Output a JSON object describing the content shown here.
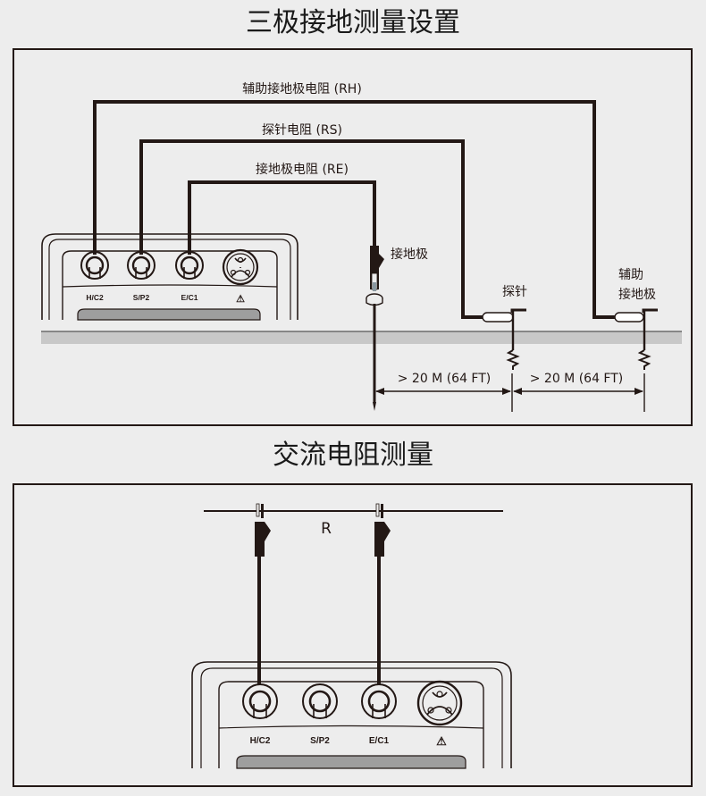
{
  "section1": {
    "title": "三极接地测量设置",
    "wire_labels": {
      "rh": "辅助接地极电阻 (RH)",
      "rs": "探针电阻 (RS)",
      "re": "接地极电阻 (RE)"
    },
    "electrode_labels": {
      "earth": "接地极",
      "probe": "探针",
      "aux_line1": "辅助",
      "aux_line2": "接地极"
    },
    "distance_labels": [
      "> 20 M (64 FT)",
      "> 20 M (64 FT)"
    ],
    "ports": [
      "H/C2",
      "S/P2",
      "E/C1"
    ],
    "warning_symbol": "⚠"
  },
  "section2": {
    "title": "交流电阻测量",
    "resistor_label": "R",
    "ports": [
      "H/C2",
      "S/P2",
      "E/C1"
    ],
    "warning_symbol": "⚠"
  },
  "colors": {
    "background": "#ededed",
    "line": "#231815",
    "ground": "#c8c8c8",
    "display": "#9e9e9e"
  }
}
